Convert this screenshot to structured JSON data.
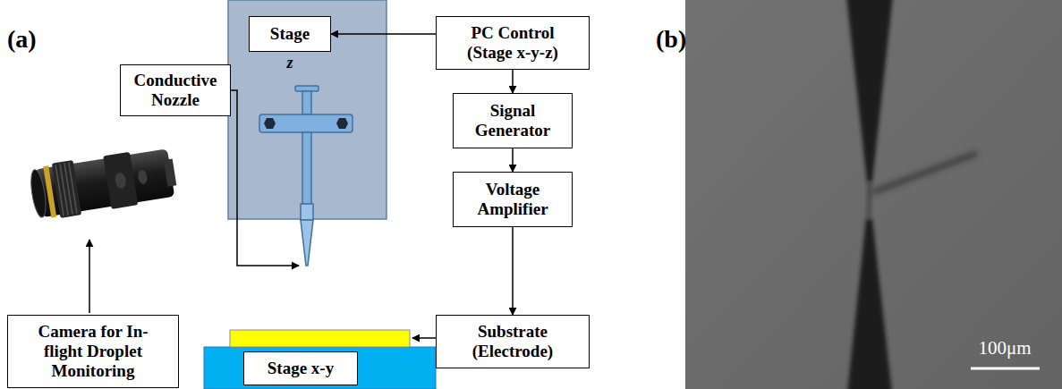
{
  "diagram": {
    "nodes": [
      {
        "text": [
          "Stage"
        ]
      },
      {
        "text": [
          "PC Control (Stage x-y-z)"
        ]
      },
      {
        "text": [
          "Conductive Nozzle"
        ]
      },
      {
        "text": [
          "Signal Generator"
        ]
      },
      {
        "text": [
          "Voltage Amplifier"
        ]
      },
      {
        "text": [
          "Camera for In-flight Droplet Monitoring"
        ]
      },
      {
        "text": [
          "Stage x-y"
        ]
      },
      {
        "text": [
          "Substrate (Electrode)"
        ]
      }
    ],
    "edges": [
      {
        "from": 1,
        "to": 0,
        "arrow": "to"
      },
      {
        "from": 1,
        "to": 3,
        "arrow": "to"
      },
      {
        "from": 3,
        "to": 4,
        "arrow": "to"
      },
      {
        "from": 4,
        "to": 7,
        "arrow": "to"
      }
    ],
    "labels": [
      "(a)",
      "z",
      "(b)",
      "100μm"
    ]
  }
}
